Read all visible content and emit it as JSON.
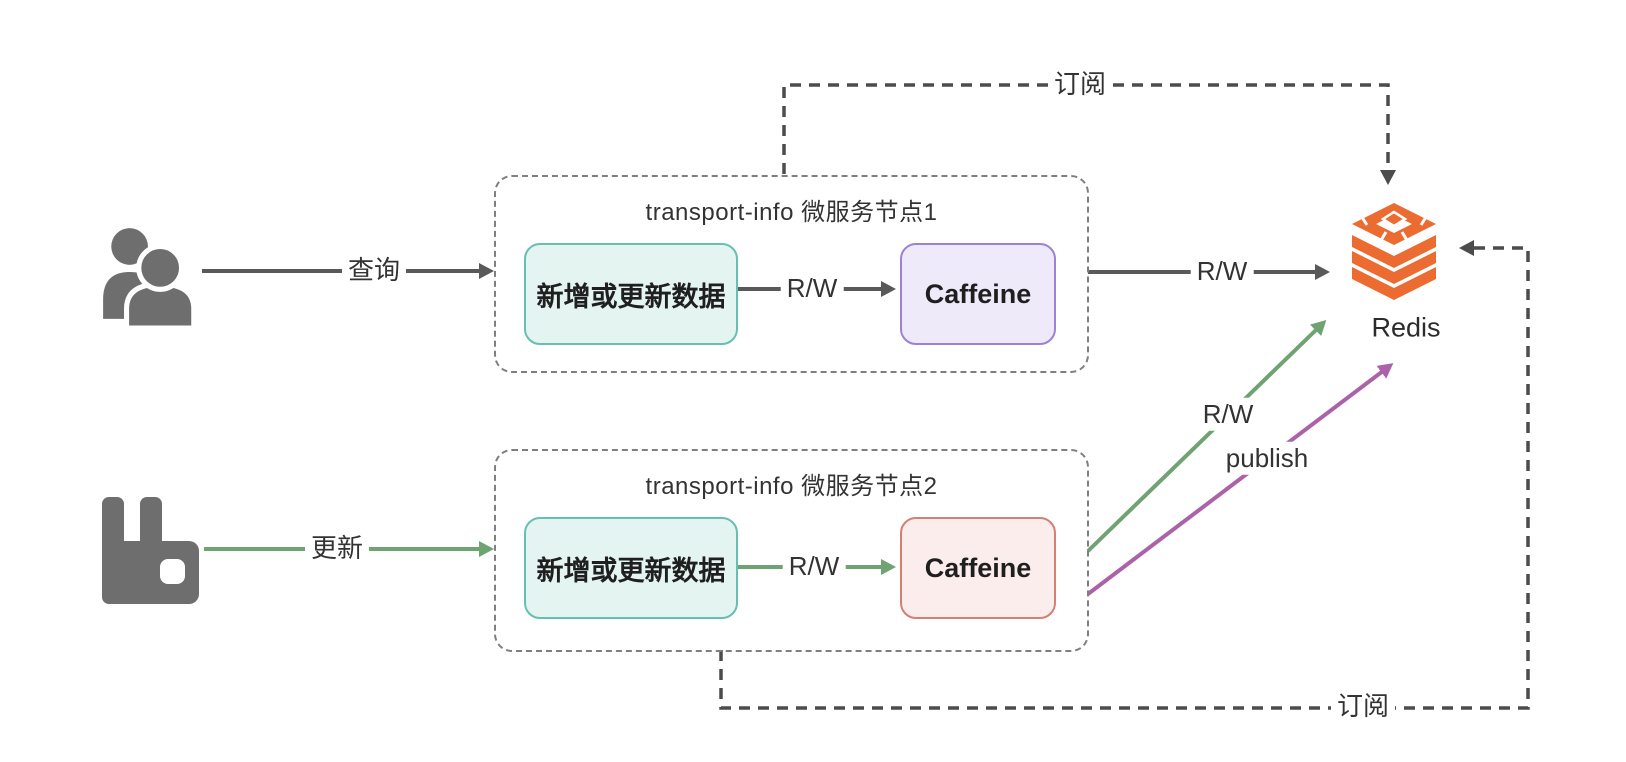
{
  "diagram": {
    "node1": {
      "title": "transport-info 微服务节点1",
      "data_label": "新增或更新数据",
      "cache_label": "Caffeine",
      "rw_label": "R/W"
    },
    "node2": {
      "title": "transport-info 微服务节点2",
      "data_label": "新增或更新数据",
      "cache_label": "Caffeine",
      "rw_label": "R/W"
    },
    "redis": {
      "label": "Redis"
    },
    "edges": {
      "query_label": "查询",
      "update_label": "更新",
      "node1_redis_rw_label": "R/W",
      "node2_redis_rw_label": "R/W",
      "publish_label": "publish",
      "subscribe_top_label": "订阅",
      "subscribe_bottom_label": "订阅"
    },
    "icons": {
      "users": "users-icon",
      "rabbitmq": "rabbitmq-icon",
      "redis": "redis-database-icon"
    },
    "colors": {
      "arrow_dark": "#595959",
      "arrow_green": "#6fa371",
      "arrow_purple": "#ac62a8",
      "dashed_line": "#4c4c4c",
      "node_border": "#7f7f7f",
      "teal_box_bg": "#e4f4f1",
      "teal_box_border": "#67bfb2",
      "purple_box_bg": "#efeafa",
      "purple_box_border": "#9b82d8",
      "red_box_bg": "#fbedeb",
      "red_box_border": "#d47f74",
      "redis_orange": "#ec6b30",
      "icon_gray": "#6e6e6e"
    }
  }
}
